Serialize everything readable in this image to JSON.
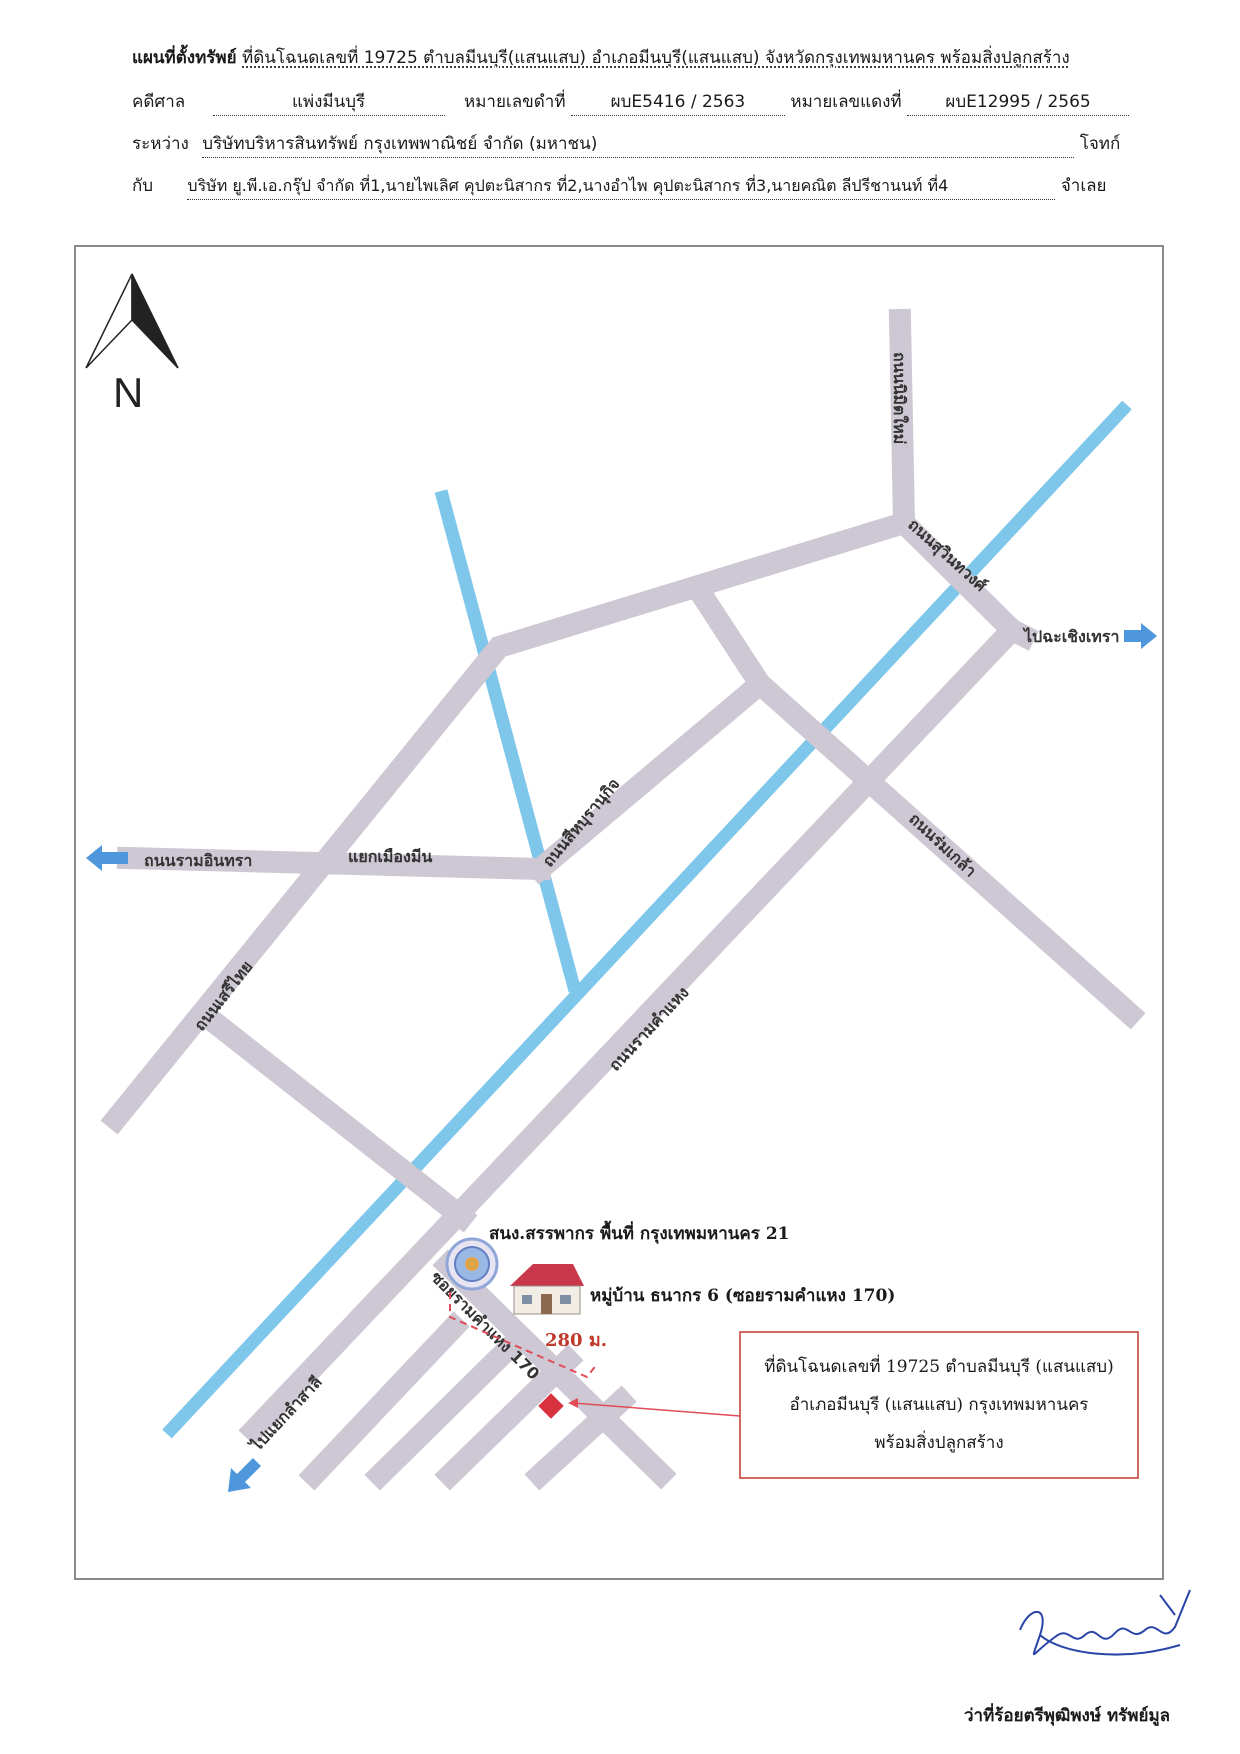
{
  "header": {
    "title_bold": "แผนที่ตั้งทรัพย์",
    "title_rest": "ที่ดินโฉนดเลขที่ 19725 ตำบลมีนบุรี(แสนแสบ) อำเภอมีนบุรี(แสนแสบ) จังหวัดกรุงเทพมหานคร พร้อมสิ่งปลูกสร้าง",
    "court_label": "คดีศาล",
    "court_value": "แพ่งมีนบุรี",
    "black_label": "หมายเลขดำที่",
    "black_value": "ผบE5416 /   2563",
    "red_label": "หมายเลขแดงที่",
    "red_value": "ผบE12995 /   2565",
    "between_label": "ระหว่าง",
    "plaintiff": "บริษัทบริหารสินทรัพย์ กรุงเทพพาณิชย์ จำกัด (มหาชน)",
    "plaintiff_role": "โจทก์",
    "with_label": "กับ",
    "defendant": "บริษัท ยู.พี.เอ.กรุ๊ป จำกัด ที่1,นายไพเลิศ คุปตะนิสากร ที่2,นางอำไพ คุปตะนิสากร ที่3,นายคณิต ลีปรีชานนท์ ที่4",
    "defendant_role": "จำเลย"
  },
  "map": {
    "north_label": "N",
    "roads": {
      "nimit_mai": "ถนนนิมิตใหม่",
      "suwinthawong": "ถนนสุวินทวงศ์",
      "to_chachoengsao": "ไปฉะเชิงเทรา",
      "sihaburanukit": "ถนนสีหบุรานุกิจ",
      "romklao": "ถนนร่มเกล้า",
      "ram_inthra": "ถนนรามอินทรา",
      "muang_min_junction": "แยกเมืองมีน",
      "seri_thai": "ถนนเสรีไทย",
      "ramkhamhaeng": "ถนนรามคำแหง",
      "soi_ramkhamhaeng_170": "ซอยรามคำแหง 170",
      "to_lam_sali": "ไปแยกลำสาลี"
    },
    "landmarks": {
      "revenue_office": "สนง.สรรพากร พื้นที่ กรุงเทพมหานคร 21",
      "village": "หมู่บ้าน ธนากร 6 (ซอยรามคำแหง 170)"
    },
    "distance_label": "280 ม.",
    "callout": {
      "line1": "ที่ดินโฉนดเลขที่ 19725 ตำบลมีนบุรี (แสนแสบ)",
      "line2": "อำเภอมีนบุรี (แสนแสบ) กรุงเทพมหานคร",
      "line3": "พร้อมสิ่งปลูกสร้าง"
    },
    "colors": {
      "road": "#cdc8d3",
      "canal": "#7fc7ea",
      "arrow": "#4f97dc",
      "property": "#d9323f",
      "callout_border": "#c0392b",
      "distance": "#c0392b"
    }
  },
  "signature": {
    "name": "ว่าที่ร้อยตรีพุฒิพงษ์ ทรัพย์มูล"
  }
}
